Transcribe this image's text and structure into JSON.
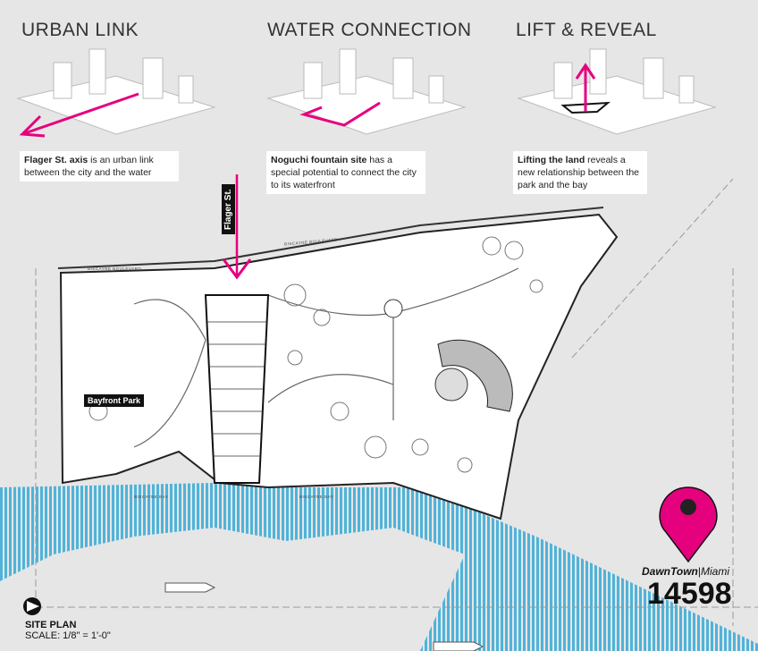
{
  "panels": [
    {
      "title": "URBAN LINK",
      "caption_bold": "Flager St. axis",
      "caption_rest": " is an urban link between the city and the water"
    },
    {
      "title": "WATER CONNECTION",
      "caption_bold": "Noguchi fountain site",
      "caption_rest": " has a special potential to connect the city to its waterfront"
    },
    {
      "title": "LIFT & REVEAL",
      "caption_bold": "Lifting the land",
      "caption_rest": " reveals a new relationship between the park and the bay"
    }
  ],
  "plan": {
    "street_label": "Flager St.",
    "park_label": "Bayfront Park",
    "road_label": "BISCAYNE BOULEVARD",
    "bay_label": "BISCAYNE BAY",
    "title": "SITE PLAN",
    "scale": "SCALE: 1/8\" = 1'-0\""
  },
  "brand": {
    "name": "DawnTown",
    "city": "Miami",
    "number": "14598"
  },
  "colors": {
    "accent": "#e5007e",
    "water": "#4fb3d9",
    "background": "#e6e6e6"
  },
  "icons": [
    "map-pin-icon",
    "north-arrow-icon"
  ]
}
